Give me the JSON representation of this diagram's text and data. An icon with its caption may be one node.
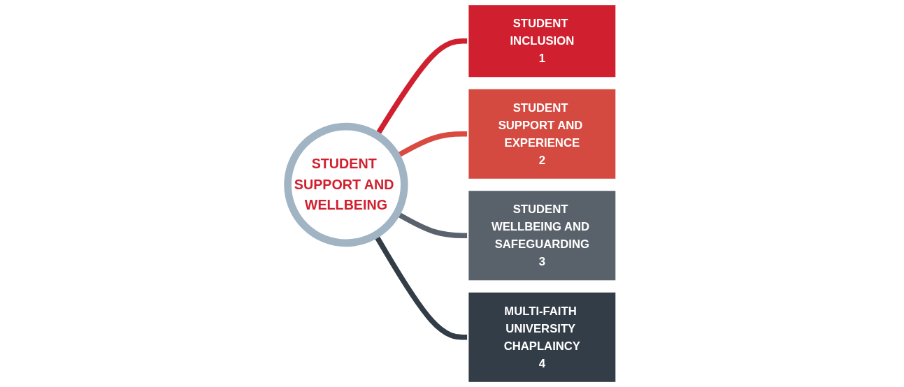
{
  "diagram": {
    "nodes": [
      {
        "text": [
          "STUDENT SUPPORT AND WELLBEING"
        ]
      },
      {
        "text": [
          "STUDENT INCLUSION",
          "1"
        ]
      },
      {
        "text": [
          "STUDENT SUPPORT AND EXPERIENCE",
          "2"
        ]
      },
      {
        "text": [
          "STUDENT WELLBEING AND SAFEGUARDING",
          "3"
        ]
      },
      {
        "text": [
          "MULTI-FAITH UNIVERSITY CHAPLAINCY",
          "4"
        ]
      }
    ],
    "edges": [
      {
        "from": 0,
        "to": 1,
        "arrow": "none",
        "color": "#d0202f"
      },
      {
        "from": 0,
        "to": 2,
        "arrow": "none",
        "color": "#d94b40"
      },
      {
        "from": 0,
        "to": 3,
        "arrow": "none",
        "color": "#5a636d"
      },
      {
        "from": 0,
        "to": 4,
        "arrow": "none",
        "color": "#333d47"
      }
    ]
  }
}
